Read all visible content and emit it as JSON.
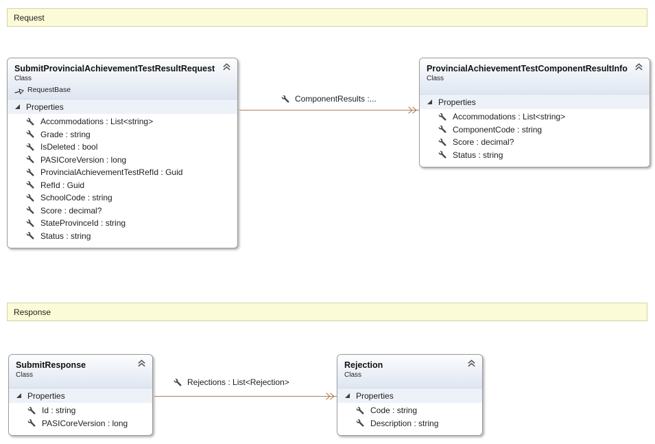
{
  "bands": {
    "request": {
      "label": "Request"
    },
    "response": {
      "label": "Response"
    }
  },
  "classes": [
    {
      "name": "SubmitProvincialAchievementTestResultRequest",
      "stereotype": "Class",
      "base": "RequestBase",
      "section_label": "Properties",
      "properties": [
        "Accommodations : List<string>",
        "Grade : string",
        "IsDeleted : bool",
        "PASICoreVersion : long",
        "ProvincialAchievementTestRefId : Guid",
        "RefId : Guid",
        "SchoolCode : string",
        "Score : decimal?",
        "StateProvinceId : string",
        "Status : string"
      ]
    },
    {
      "name": "ProvincialAchievementTestComponentResultInfo",
      "stereotype": "Class",
      "section_label": "Properties",
      "properties": [
        "Accommodations : List<string>",
        "ComponentCode : string",
        "Score : decimal?",
        "Status : string"
      ]
    },
    {
      "name": "SubmitResponse",
      "stereotype": "Class",
      "section_label": "Properties",
      "properties": [
        "Id : string",
        "PASICoreVersion : long"
      ]
    },
    {
      "name": "Rejection",
      "stereotype": "Class",
      "section_label": "Properties",
      "properties": [
        "Code : string",
        "Description : string"
      ]
    }
  ],
  "connectors": [
    {
      "label": "ComponentResults  :..."
    },
    {
      "label": "Rejections : List<Rejection>"
    }
  ],
  "colors": {
    "band_fill": "#FBFBD8",
    "band_border": "#D4D1A2",
    "connector": "#AD7D55",
    "box_border": "#9A9A9A",
    "hdr_start": "#FCFDFE",
    "hdr_end": "#DFE6F1",
    "compartment": "#EDF1F8"
  }
}
